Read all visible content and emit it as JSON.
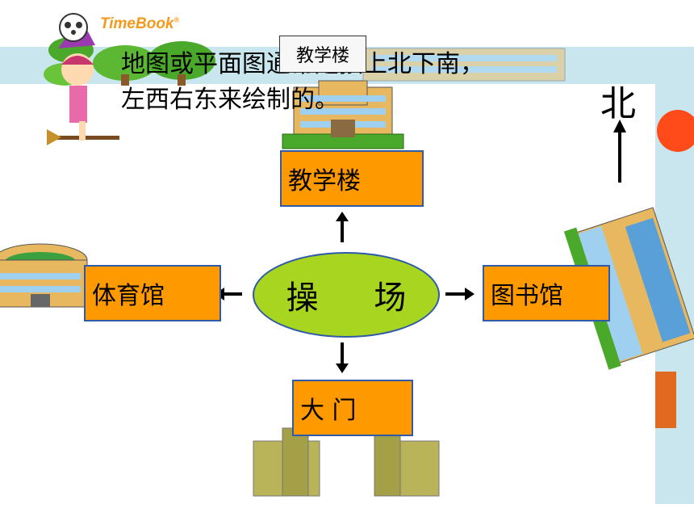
{
  "logo": {
    "text": "TimeBook",
    "mark": "®"
  },
  "caption": {
    "line1": "地图或平面图通常是按上北下南，",
    "line2": "左西右东来绘制的。"
  },
  "top_label": "教学楼",
  "north_label": "北",
  "center": "操 场",
  "boxes": {
    "top": "教学楼",
    "left": "体育馆",
    "right": "图书馆",
    "bottom": "大 门"
  },
  "colors": {
    "box": "#ff9900",
    "center": "#a8d620",
    "border": "#2e5aa8"
  }
}
